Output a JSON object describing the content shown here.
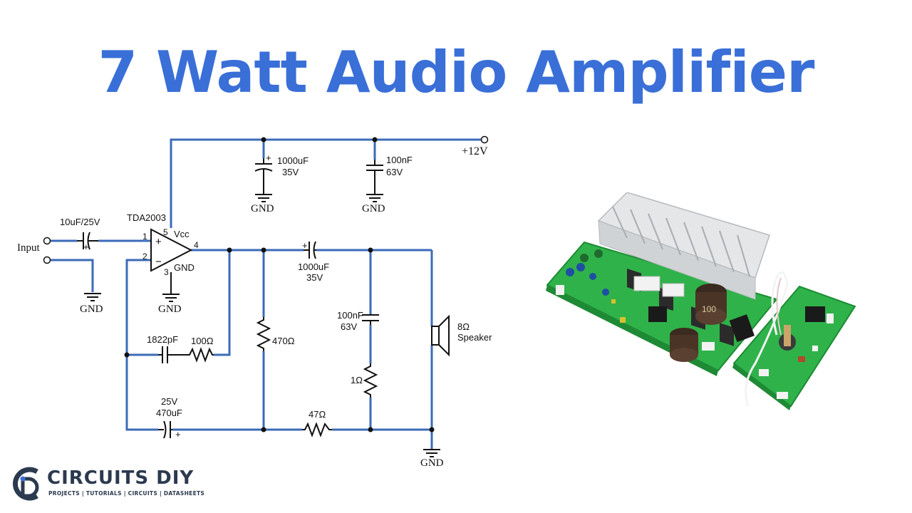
{
  "title": "7 Watt Audio Amplifier",
  "colors": {
    "title": "#3a6fd8",
    "wire": "#3b6bb8",
    "board_pcb": "#2fb24a",
    "heatsink": "#e4e6e8"
  },
  "schematic": {
    "ic_name": "TDA2003",
    "vcc": "Vcc",
    "ic_gnd": "GND",
    "pins": {
      "p1": "1",
      "p2": "2",
      "p3": "3",
      "p4": "4",
      "p5": "5"
    },
    "pin_signs": {
      "plus": "+",
      "minus": "−"
    },
    "supply": "+12V",
    "input": "Input",
    "gnd": "GND",
    "c_in": "10uF/25V",
    "c_bulk_value": "1000uF",
    "c_bulk_voltage": "35V",
    "c_dec_value": "100nF",
    "c_dec_voltage": "63V",
    "c_out_value": "1000uF",
    "c_out_voltage": "35V",
    "c_fb": "1822pF",
    "r_fb": "100Ω",
    "r_load": "470Ω",
    "c_zobel_value": "100nF",
    "c_zobel_voltage": "63V",
    "r_zobel": "1Ω",
    "c_bottom_voltage": "25V",
    "c_bottom_value": "470uF",
    "r_bottom": "47Ω",
    "speaker_impedance": "8Ω",
    "speaker": "Speaker"
  },
  "photo": {
    "cap_label": "100"
  },
  "logo": {
    "name": "CIRCUITS DIY",
    "tagline": "PROJECTS | TUTORIALS | CIRCUITS | DATASHEETS"
  }
}
